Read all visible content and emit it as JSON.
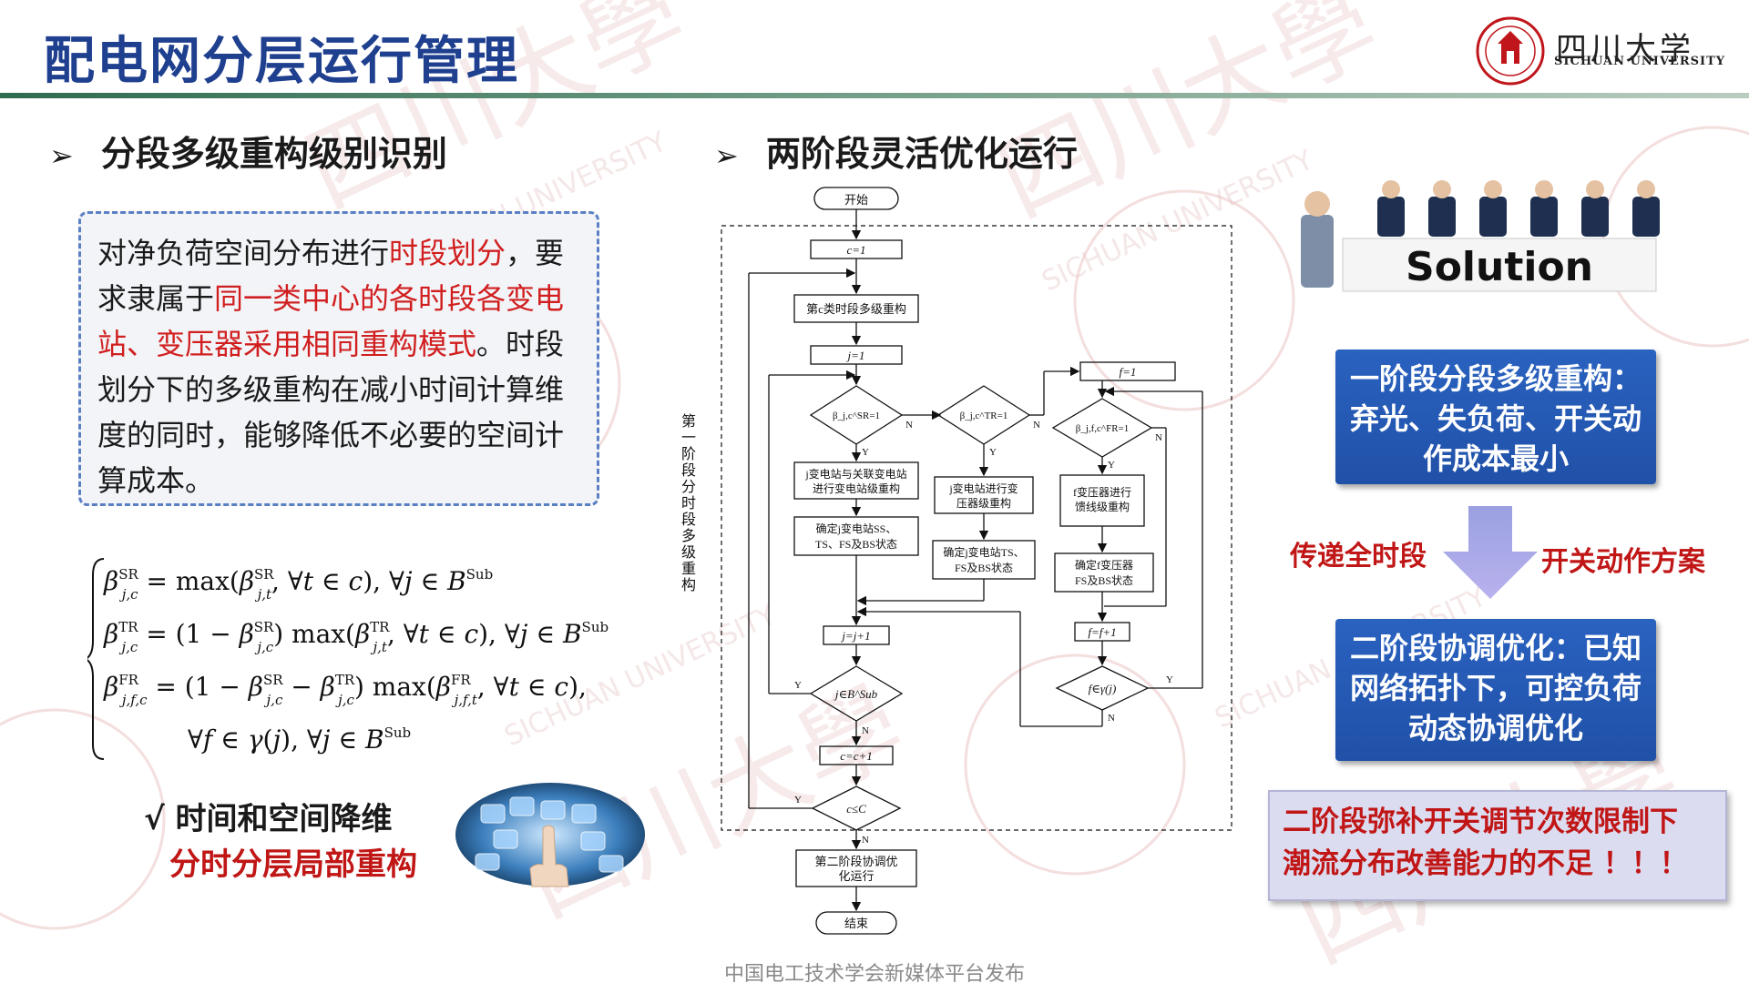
{
  "header": {
    "title": "配电网分层运行管理",
    "logo_cn": "四川大学",
    "logo_en": "SICHUAN UNIVERSITY"
  },
  "left": {
    "heading": "分段多级重构级别识别",
    "desc": {
      "p1": "对净负荷空间分布进行",
      "h1": "时段划分",
      "p2": "，要求隶属于",
      "h2": "同一类中心的各时段各变电站、变压器采用相同重构模式",
      "p3": "。时段划分下的多级重构在减小时间计算维度的同时，能够降低不必要的空间计算成本。"
    },
    "bullet_1": "√ 时间和空间降维",
    "bullet_2": "分时分层局部重构"
  },
  "middle": {
    "heading": "两阶段灵活优化运行",
    "flow": {
      "start": "开始",
      "c_init": "c=1",
      "step_c": "第c类时段多级重构",
      "j_init": "j=1",
      "d1": "β_j,c^SR=1",
      "box_a1": "j变电站与关联变电站",
      "box_a2": "进行变电站级重构",
      "box_b1": "确定j变电站SS、",
      "box_b2": "TS、FS及BS状态",
      "d2": "β_j,c^TR=1",
      "box_c1": "j变电站进行变",
      "box_c2": "压器级重构",
      "box_d1": "确定j变电站TS、",
      "box_d2": "FS及BS状态",
      "f_init": "f=1",
      "d3": "β_j,f,c^FR=1",
      "box_e1": "f变压器进行",
      "box_e2": "馈线级重构",
      "box_f1": "确定f变压器",
      "box_f2": "FS及BS状态",
      "j_inc": "j=j+1",
      "f_inc": "f=f+1",
      "d_j": "j∈B^Sub",
      "d_f": "f∈γ(j)",
      "c_inc": "c=c+1",
      "d_c": "c≤C",
      "stage2_1": "第二阶段协调优",
      "stage2_2": "化运行",
      "end": "结束",
      "yes": "Y",
      "no": "N",
      "phase1": "第一阶段分时段多级重构"
    }
  },
  "right": {
    "solution": "Solution",
    "stage1": "一阶段分段多级重构：弃光、失负荷、开关动作成本最小",
    "pass_label": "传递全时段",
    "switch_label": "开关动作方案",
    "stage2": "二阶段协调优化：已知网络拓扑下，可控负荷动态协调优化",
    "note_1": "二阶段弥补开关调节次数限制下",
    "note_2": "潮流分布改善能力的不足 ！！！"
  },
  "footer": "中国电工技术学会新媒体平台发布",
  "colors": {
    "title": "#1f3f8f",
    "highlight": "#d11f1f",
    "box_blue": "#2a62c0",
    "note_bg": "#dcdcf0"
  }
}
